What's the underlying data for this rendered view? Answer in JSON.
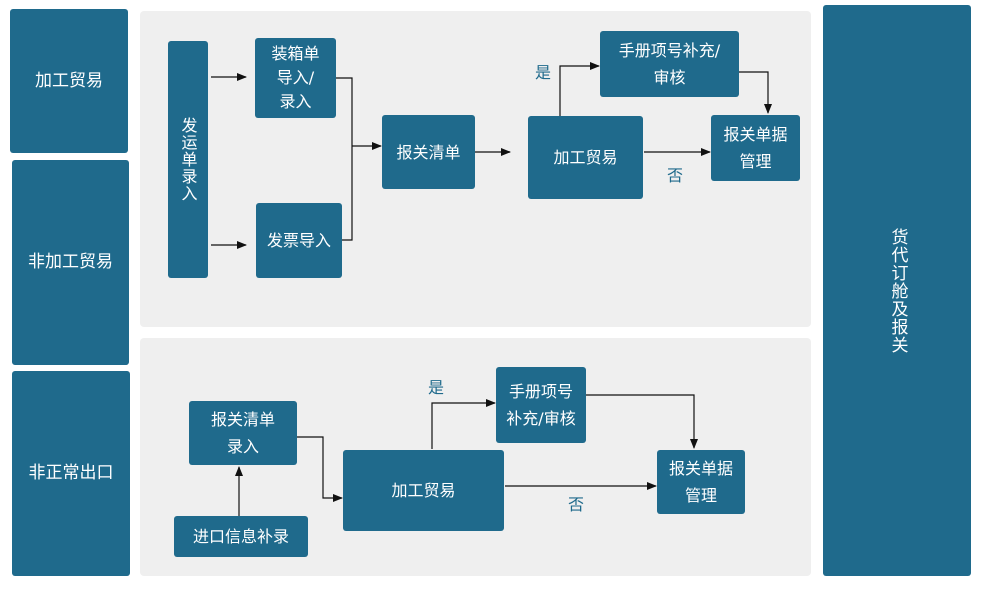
{
  "sidebar": {
    "items": [
      {
        "label": "加工贸易"
      },
      {
        "label": "非加工贸易"
      },
      {
        "label": "非正常出口"
      }
    ]
  },
  "right_panel": {
    "label": "货代订舱及报关"
  },
  "top_flow": {
    "shipment_entry": "发运单录入",
    "packing_import": "装箱单\n导入/\n录入",
    "invoice_import": "发票导入",
    "customs_list": "报关清单",
    "processing_trade": "加工贸易",
    "manual_supplement": "手册项号补充/\n审核",
    "customs_docs": "报关单据\n管理",
    "yes_label": "是",
    "no_label": "否"
  },
  "bottom_flow": {
    "customs_list_entry": "报关清单\n录入",
    "import_info": "进口信息补录",
    "processing_trade": "加工贸易",
    "manual_supplement": "手册项号\n补充/审核",
    "customs_docs": "报关单据\n管理",
    "yes_label": "是",
    "no_label": "否"
  },
  "colors": {
    "box": "#1f6a8c",
    "panel": "#efefef",
    "line": "#111111"
  }
}
